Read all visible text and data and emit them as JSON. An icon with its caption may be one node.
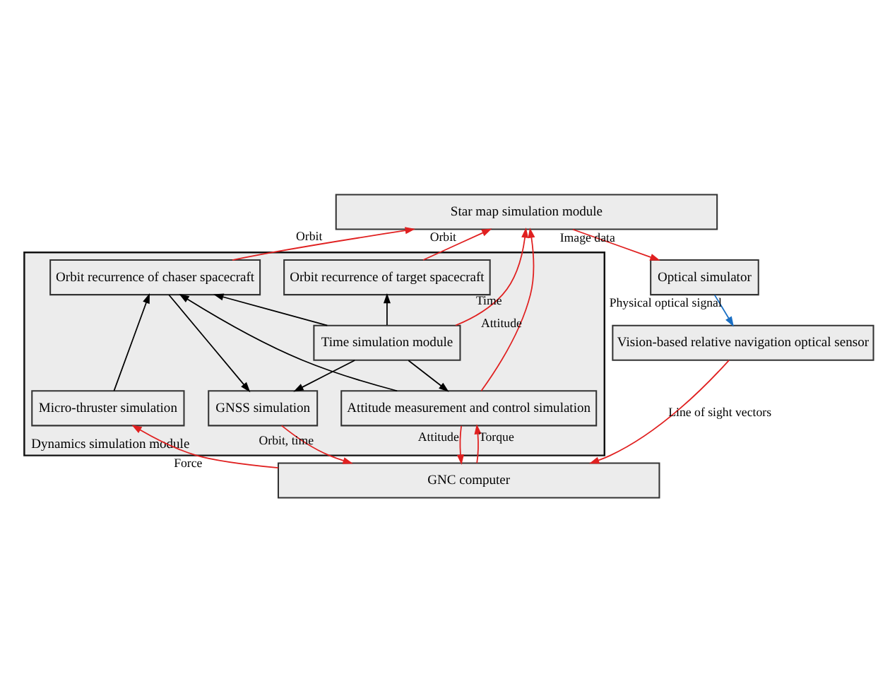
{
  "diagram": {
    "nodes": [
      {
        "text": [
          "Star map simulation module"
        ]
      },
      {
        "text": [
          "Dynamics simulation module"
        ]
      },
      {
        "text": [
          "Orbit recurrence of target spacecraft"
        ],
        "in": 1
      },
      {
        "text": [
          "Orbit recurrence of chaser spacecraft"
        ],
        "in": 1
      },
      {
        "text": [
          "Time simulation module"
        ],
        "in": 1
      },
      {
        "text": [
          "Attitude measurement and control simulation"
        ],
        "in": 1
      },
      {
        "text": [
          "GNSS simulation"
        ],
        "in": 1
      },
      {
        "text": [
          "Micro-thruster simulation"
        ],
        "in": 1
      },
      {
        "text": [
          "Optical simulator"
        ]
      },
      {
        "text": [
          "Vision-based relative navigation optical sensor"
        ]
      },
      {
        "text": [
          "GNC computer"
        ]
      }
    ],
    "edges": [
      {
        "from": 2,
        "to": 0,
        "arrow": "to",
        "label": "Orbit"
      },
      {
        "from": 5,
        "to": 0,
        "arrow": "to",
        "label": "Attitude"
      },
      {
        "from": 4,
        "to": 0,
        "arrow": "to",
        "label": "Time"
      },
      {
        "from": 3,
        "to": 0,
        "arrow": "to",
        "label": "Orbit"
      },
      {
        "from": 4,
        "to": 2,
        "arrow": "to",
        "color": "#000000"
      },
      {
        "from": 4,
        "to": 3,
        "arrow": "to",
        "color": "#000000"
      },
      {
        "from": 5,
        "to": 3,
        "arrow": "to",
        "color": "#000000"
      },
      {
        "from": 4,
        "to": 5,
        "arrow": "to",
        "color": "#000000"
      },
      {
        "from": 4,
        "to": 6,
        "arrow": "to",
        "color": "#000000"
      },
      {
        "from": 3,
        "to": 6,
        "arrow": "to",
        "color": "#000000"
      },
      {
        "from": 7,
        "to": 3,
        "arrow": "to",
        "color": "#000000"
      },
      {
        "from": 5,
        "to": 10,
        "arrow": "to",
        "label": "Attitude"
      },
      {
        "from": 10,
        "to": 5,
        "arrow": "to",
        "label": "Torque"
      },
      {
        "from": 6,
        "to": 10,
        "arrow": "to",
        "label": "Orbit, time"
      },
      {
        "from": 10,
        "to": 7,
        "arrow": "to",
        "label": "Force"
      },
      {
        "from": 0,
        "to": 8,
        "arrow": "to",
        "label": "Image data"
      },
      {
        "from": 8,
        "to": 9,
        "arrow": "to",
        "label": "Physical optical signal",
        "color": "#1a6fc4"
      },
      {
        "from": 9,
        "to": 10,
        "arrow": "to",
        "label": "Line of sight vectors"
      }
    ]
  }
}
